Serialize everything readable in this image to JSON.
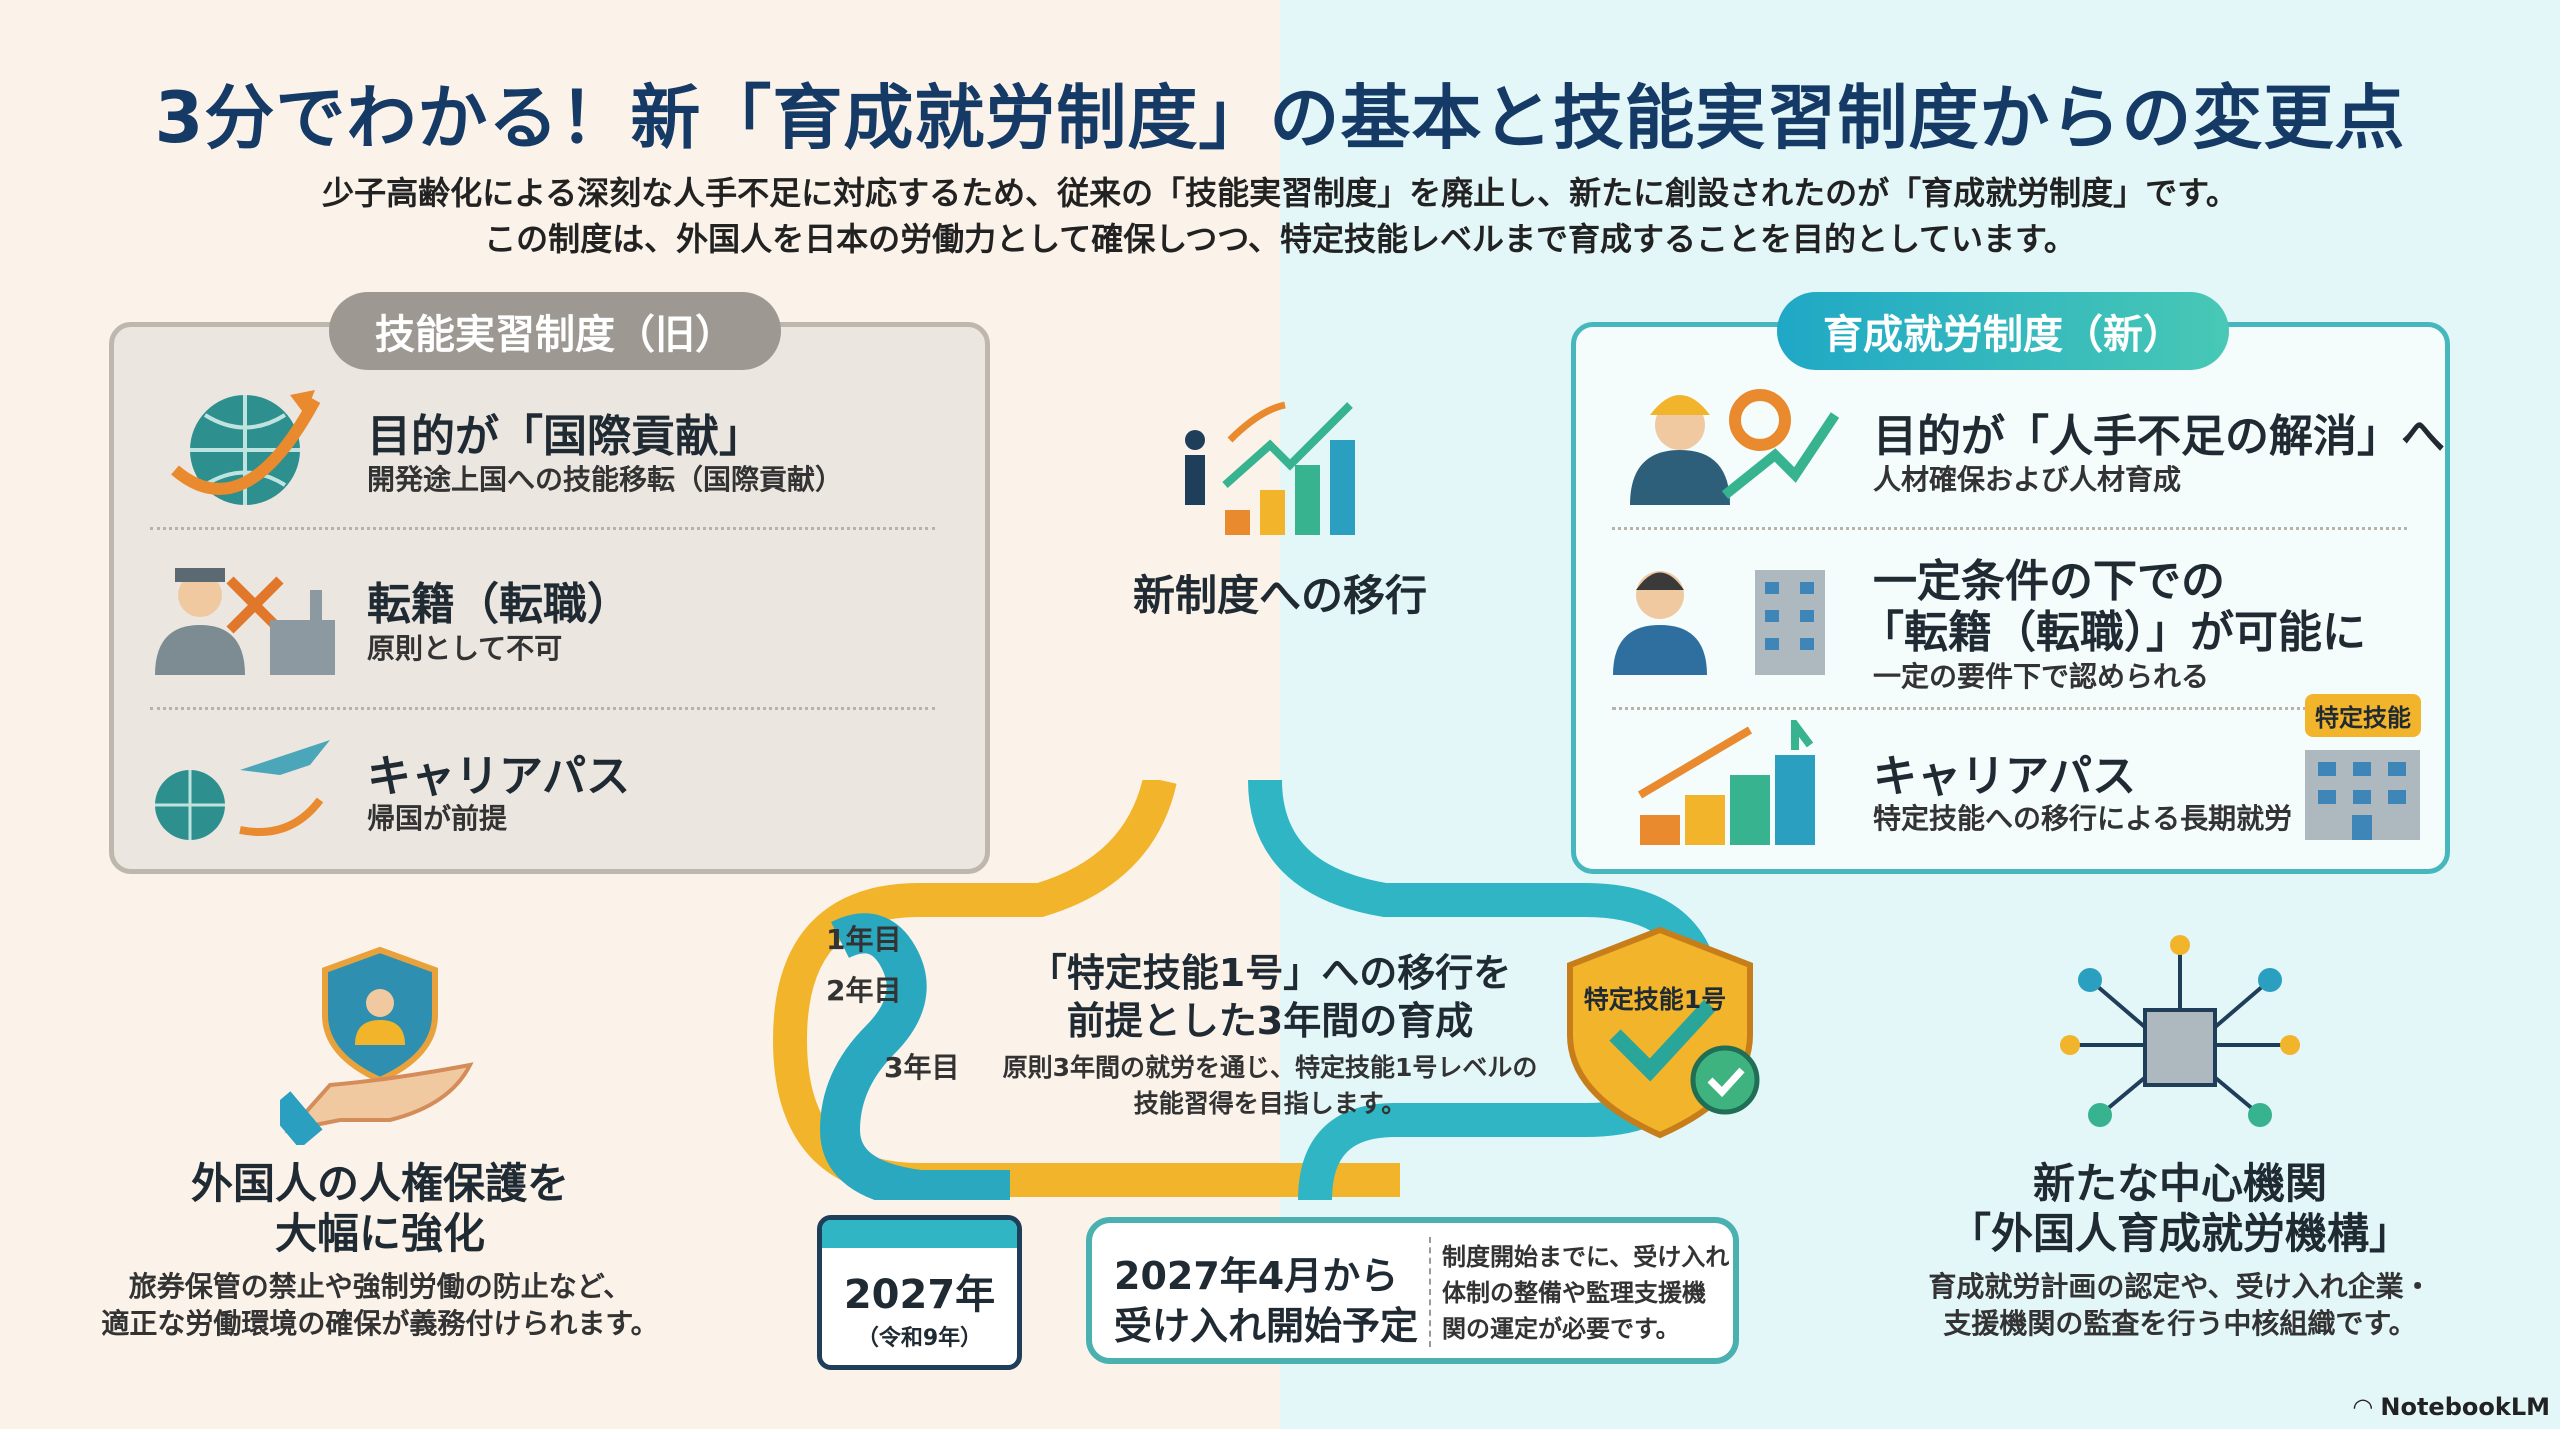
{
  "title": "3分でわかる！新「育成就労制度」の基本と技能実習制度からの変更点",
  "subtitle": [
    "少子高齢化による深刻な人手不足に対応するため、従来の「技能実習制度」を廃止し、新たに創設されたのが「育成就労制度」です。",
    "この制度は、外国人を日本の労働力として確保しつつ、特定技能レベルまで育成することを目的としています。"
  ],
  "old": {
    "label": "技能実習制度（旧）",
    "items": [
      {
        "title": "目的が「国際貢献」",
        "sub": "開発途上国への技能移転（国際貢献）"
      },
      {
        "title": "転籍（転職）",
        "sub": "原則として不可"
      },
      {
        "title": "キャリアパス",
        "sub": "帰国が前提"
      }
    ]
  },
  "new": {
    "label": "育成就労制度（新）",
    "items": [
      {
        "title": "目的が「人手不足の解消」へ",
        "sub": "人材確保および人材育成"
      },
      {
        "title": "一定条件の下での",
        "title2": "「転籍（転職）」が可能に",
        "sub": "一定の要件下で認められる"
      },
      {
        "title": "キャリアパス",
        "sub": "特定技能への移行による長期就労",
        "badge": "特定技能"
      }
    ]
  },
  "transition": "新制度への移行",
  "path": {
    "years": [
      "1年目",
      "2年目",
      "3年目"
    ],
    "heading": [
      "「特定技能1号」への移行を",
      "前提とした3年間の育成"
    ],
    "desc": [
      "原則3年間の就労を通じ、特定技能1号レベルの",
      "技能習得を目指します。"
    ],
    "shield": "特定技能1号"
  },
  "rights": {
    "heading": [
      "外国人の人権保護を",
      "大幅に強化"
    ],
    "desc": [
      "旅券保管の禁止や強制労働の防止など、",
      "適正な労働環境の確保が義務付けられます。"
    ]
  },
  "calendar": {
    "year": "2027年",
    "era": "（令和9年）"
  },
  "start": {
    "heading": [
      "2027年4月から",
      "受け入れ開始予定"
    ],
    "note": [
      "制度開始までに、受け入れ",
      "体制の整備や監理支援機",
      "関の運定が必要です。"
    ]
  },
  "org": {
    "heading": [
      "新たな中心機関",
      "「外国人育成就労機構」"
    ],
    "desc": [
      "育成就労計画の認定や、受け入れ企業・",
      "支援機関の監査を行う中核組織です。"
    ]
  },
  "brand": "NotebookLM",
  "colors": {
    "navy": "#163a66",
    "teal": "#2fb5c4",
    "orange": "#f0a530",
    "gray": "#bdb7ae"
  }
}
